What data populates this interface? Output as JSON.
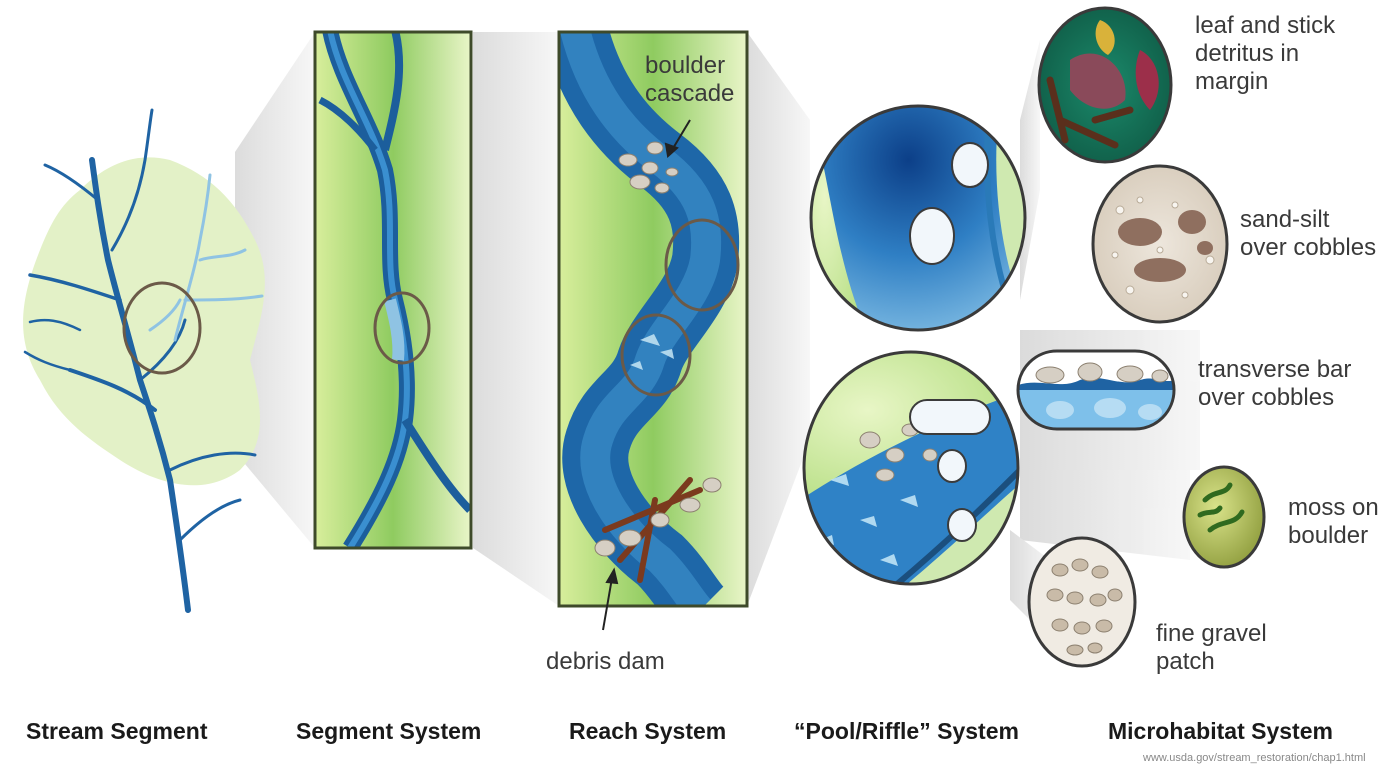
{
  "captions": {
    "stream_segment": "Stream Segment",
    "segment_system": "Segment System",
    "reach_system": "Reach System",
    "pool_riffle_system": "“Pool/Riffle” System",
    "microhabitat_system": "Microhabitat System"
  },
  "reach_labels": {
    "boulder_cascade_line1": "boulder",
    "boulder_cascade_line2": "cascade",
    "debris_dam": "debris dam"
  },
  "microhabitat_labels": {
    "leaf_line1": "leaf and stick",
    "leaf_line2": "detritus in",
    "leaf_line3": "margin",
    "sand_line1": "sand-silt",
    "sand_line2": "over cobbles",
    "bar_line1": "transverse bar",
    "bar_line2": "over cobbles",
    "moss_line1": "moss on",
    "moss_line2": "boulder",
    "gravel_line1": "fine gravel",
    "gravel_line2": "patch"
  },
  "source_url": "www.usda.gov/stream_restoration/chap1.html",
  "colors": {
    "stream_dark": "#1f63a3",
    "stream_light": "#8fc3e3",
    "land_green": "#bfe08a",
    "land_pale": "#eef7dc",
    "ring_brown": "#6b5a48",
    "cone_gray": "#e6e6e6"
  }
}
